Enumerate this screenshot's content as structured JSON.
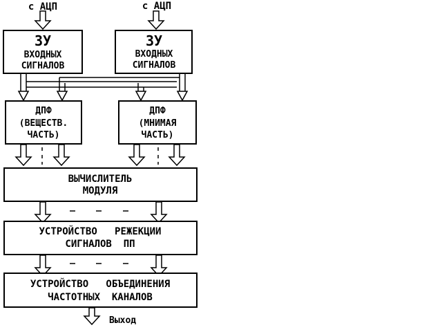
{
  "inputs": {
    "left_label": "с АЦП",
    "right_label": "с АЦП"
  },
  "mem_left": {
    "line1": "ЗУ",
    "line2": "ВХОДНЫХ",
    "line3": "СИГНАЛОВ"
  },
  "mem_right": {
    "line1": "ЗУ",
    "line2": "ВХОДНЫХ",
    "line3": "СИГНАЛОВ"
  },
  "dft_real": {
    "line1": "ДПФ",
    "line2": "(ВЕЩЕСТВ.",
    "line3": "ЧАСТЬ)"
  },
  "dft_imag": {
    "line1": "ДПФ",
    "line2": "(МНИМАЯ",
    "line3": "ЧАСТЬ)"
  },
  "modulus": {
    "line1": "ВЫЧИСЛИТЕЛЬ",
    "line2": "МОДУЛЯ"
  },
  "rejection": {
    "line1": "УСТРОЙСТВО   РЕЖЕКЦИИ",
    "line2": "СИГНАЛОВ  ПП"
  },
  "combiner": {
    "line1": "УСТРОЙСТВО   ОБЪЕДИНЕНИЯ",
    "line2": "ЧАСТОТНЫХ  КАНАЛОВ"
  },
  "output": {
    "label": "Выход"
  }
}
